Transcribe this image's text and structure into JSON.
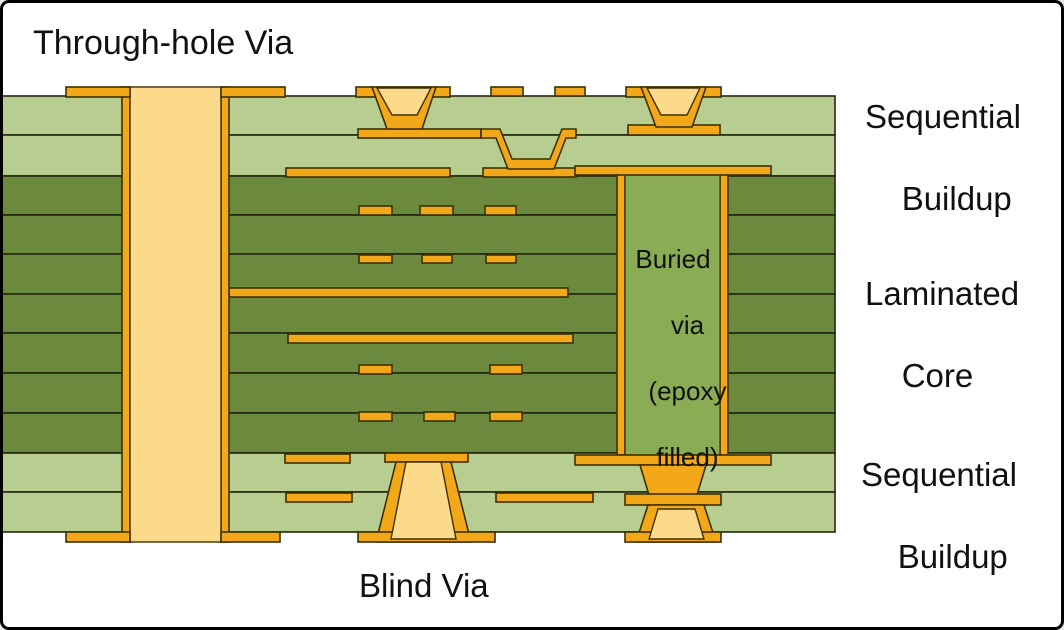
{
  "title": "Through-hole Via",
  "labels": {
    "sequential_buildup_top": {
      "line1": "Sequential",
      "line2": "Buildup"
    },
    "laminated_core": {
      "line1": "Laminated",
      "line2": "Core"
    },
    "sequential_buildup_bottom": {
      "line1": "Sequential",
      "line2": "Buildup"
    },
    "blind_via": "Blind Via",
    "buried_via": {
      "line1": "Buried",
      "line2": "via",
      "line3": "(epoxy",
      "line4": "filled)"
    }
  },
  "colors": {
    "background": "#ffffff",
    "frame-border": "#000000",
    "dielectric-light": "#b7ce90",
    "dielectric-dark": "#6b8a3d",
    "copper": "#f3a819",
    "copper-outline": "#3e3000",
    "via-fill": "#fbdb8b",
    "buried-fill": "#8aac54",
    "layer-line": "#23270f",
    "text": "#111111"
  }
}
